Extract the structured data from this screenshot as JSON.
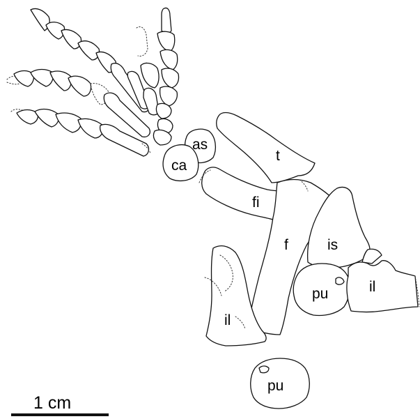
{
  "labels": {
    "as": "as",
    "ca": "ca",
    "t": "t",
    "fi": "fi",
    "f": "f",
    "is": "is",
    "pu_right": "pu",
    "il_right": "il",
    "il_left": "il",
    "pu_bottom": "pu"
  },
  "scale_bar": {
    "label": "1 cm"
  },
  "colors": {
    "stroke": "#111111",
    "background": "#ffffff"
  }
}
